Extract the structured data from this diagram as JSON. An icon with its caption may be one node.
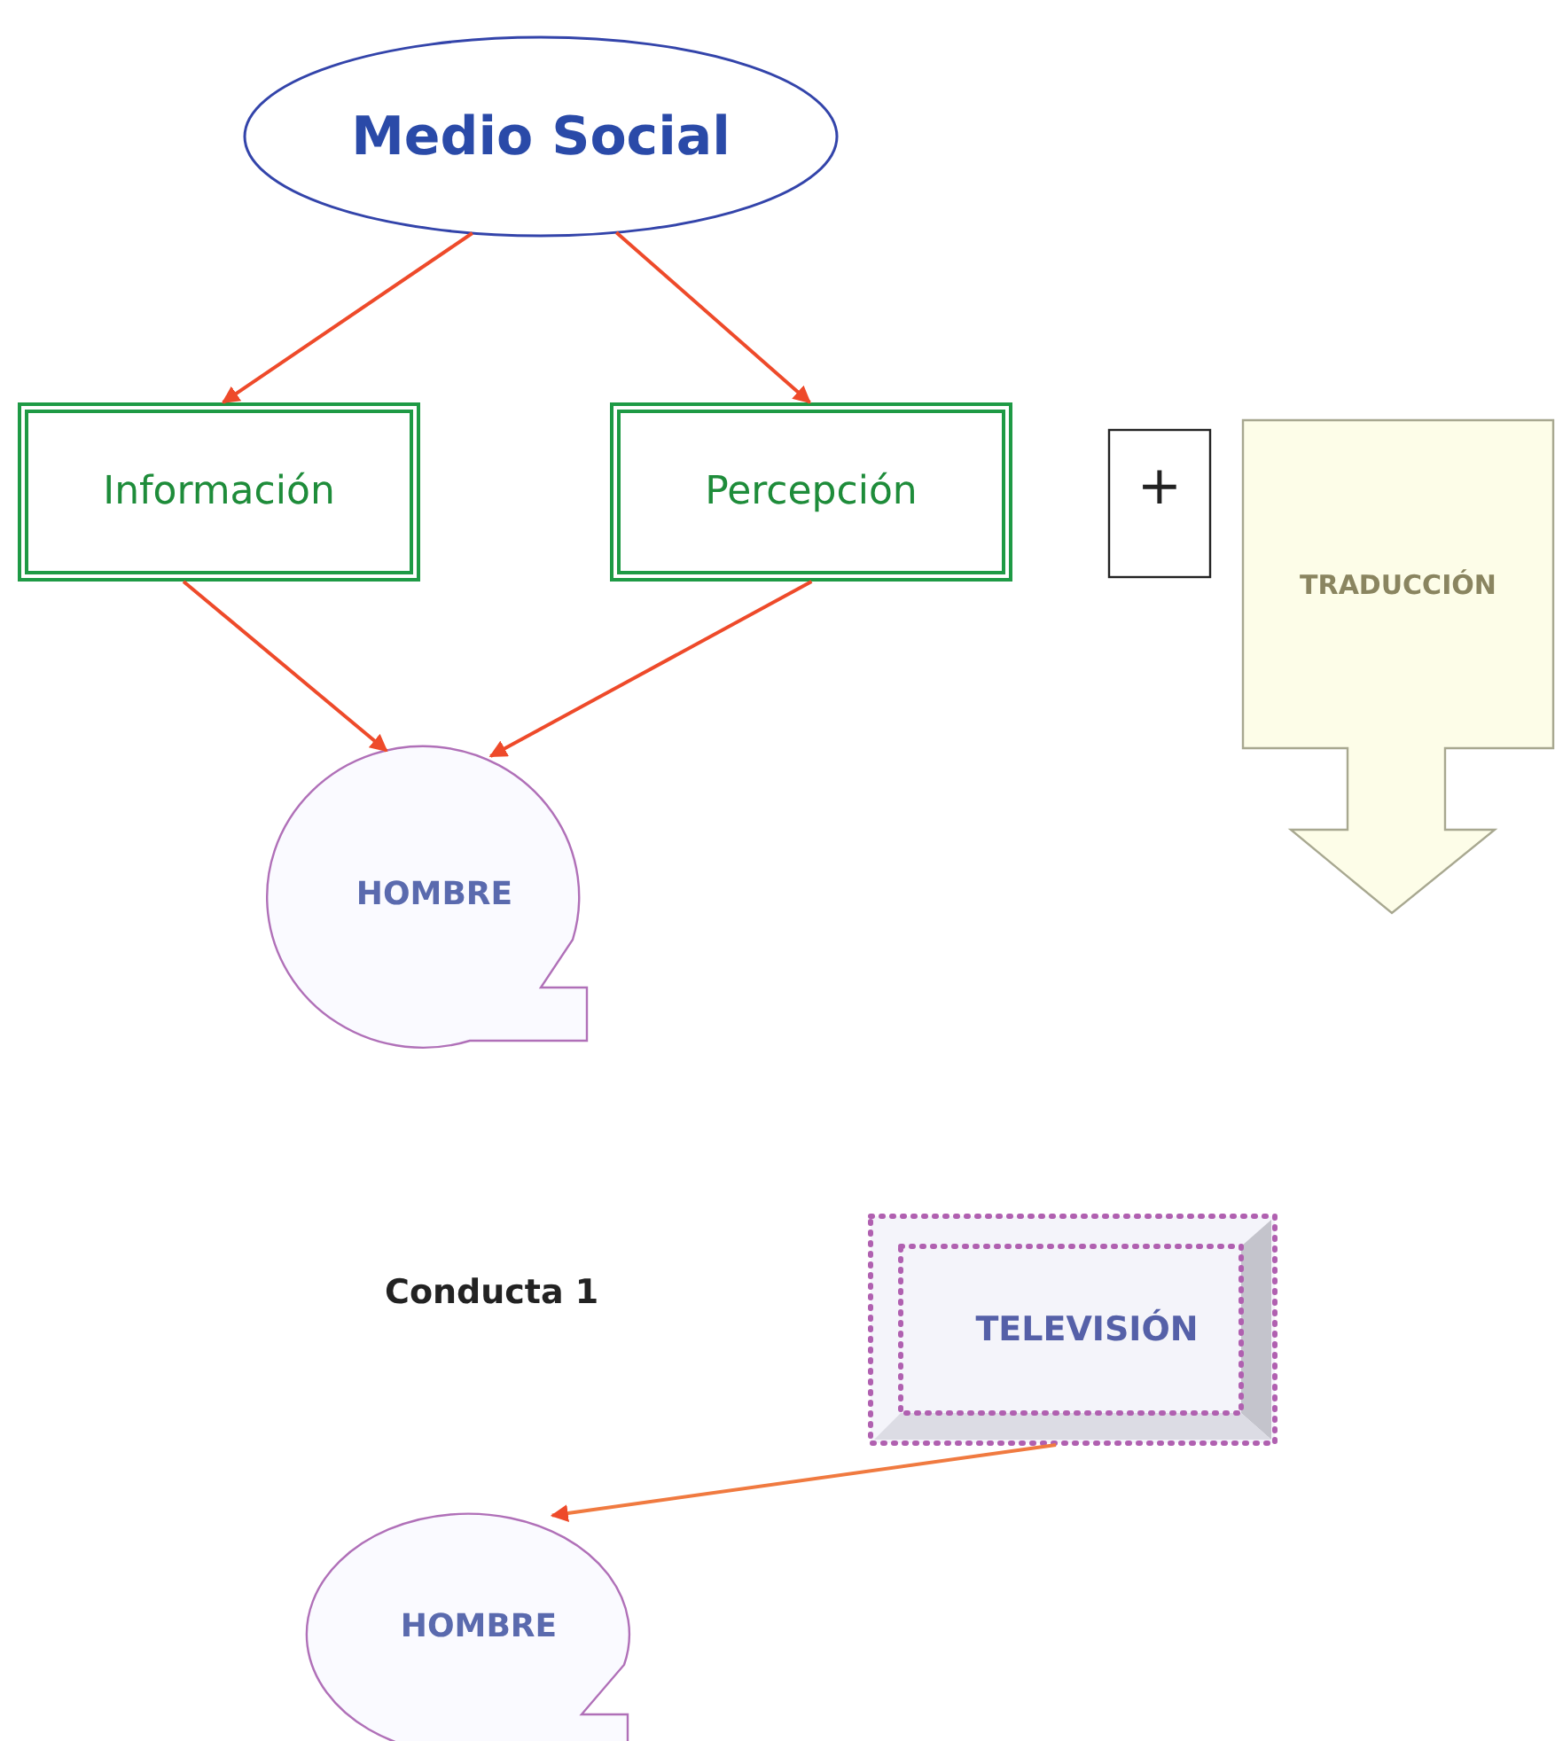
{
  "diagram": {
    "nodes": [
      {
        "text": [
          "Medio Social"
        ]
      },
      {
        "text": [
          "Información"
        ]
      },
      {
        "text": [
          "Percepción"
        ]
      },
      {
        "text": [
          "+"
        ]
      },
      {
        "text": [
          "TRADUCCIÓN"
        ]
      },
      {
        "text": [
          "HOMBRE"
        ]
      },
      {
        "text": [
          "TELEVISIÓN"
        ]
      },
      {
        "text": [
          "HOMBRE"
        ]
      }
    ],
    "edges": [
      {
        "from": 0,
        "to": 1,
        "arrow": "to"
      },
      {
        "from": 0,
        "to": 2,
        "arrow": "to"
      },
      {
        "from": 1,
        "to": 5,
        "arrow": "to"
      },
      {
        "from": 2,
        "to": 5,
        "arrow": "to"
      },
      {
        "from": 6,
        "to": 7,
        "arrow": "to"
      }
    ],
    "labels": [
      "Conducta 1"
    ]
  }
}
